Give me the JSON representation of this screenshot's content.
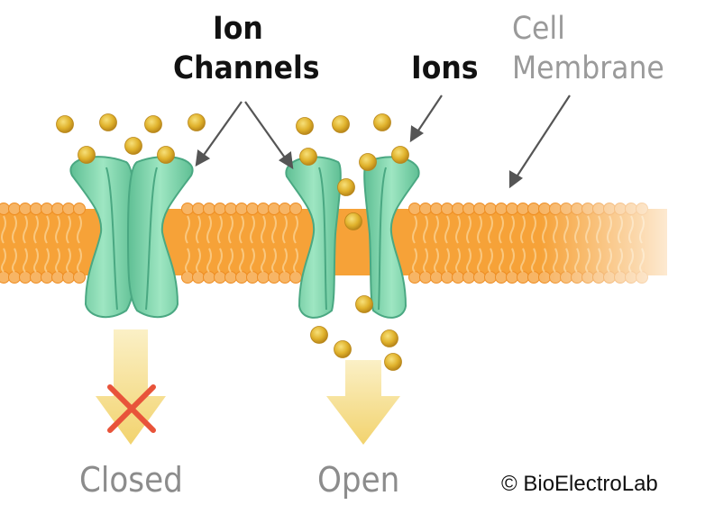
{
  "labels": {
    "ion_channels_line1": "Ion",
    "ion_channels_line2": "Channels",
    "ions": "Ions",
    "cell_membrane_line1": "Cell",
    "cell_membrane_line2": "Membrane",
    "closed": "Closed",
    "open": "Open",
    "credit": "© BioElectroLab"
  },
  "colors": {
    "membrane_orange": "#f39a2c",
    "membrane_bead": "#f7b565",
    "channel_green": "#7fd6ae",
    "channel_outline": "#4aa882",
    "ion_gold": "#e0b22c",
    "arrow_yellow": "#f5dc8a",
    "closed_x_red": "#e8533a"
  }
}
